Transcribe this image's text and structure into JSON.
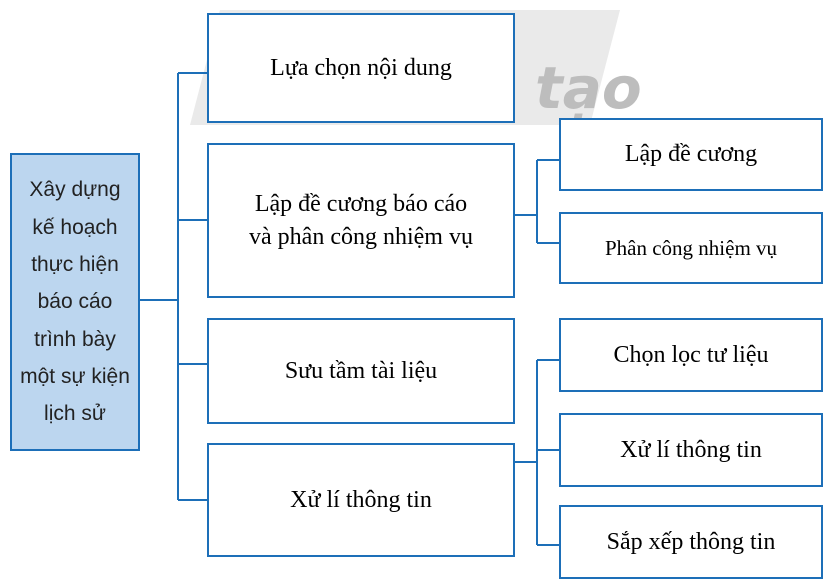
{
  "diagram": {
    "root": {
      "label": "Xây dựng\nkế hoạch\nthực hiện\nbáo cáo\ntrình bày\nmột sự kiện\nlịch sử"
    },
    "steps": [
      {
        "label": "Lựa chọn nội dung"
      },
      {
        "label": "Lập đề cương báo cáo\nvà phân công nhiệm vụ"
      },
      {
        "label": "Sưu tầm tài liệu"
      },
      {
        "label": "Xử lí thông tin"
      }
    ],
    "substeps": [
      {
        "label": "Lập đề cương"
      },
      {
        "label": "Phân công nhiệm vụ"
      },
      {
        "label": "Chọn lọc tư liệu"
      },
      {
        "label": "Xử lí thông tin"
      },
      {
        "label": "Sắp xếp thông tin"
      }
    ],
    "colors": {
      "border": "#1d6fb8",
      "root_fill": "#bcd6ef",
      "connector": "#1d6fb8"
    }
  },
  "watermark": {
    "text": "tạo"
  }
}
